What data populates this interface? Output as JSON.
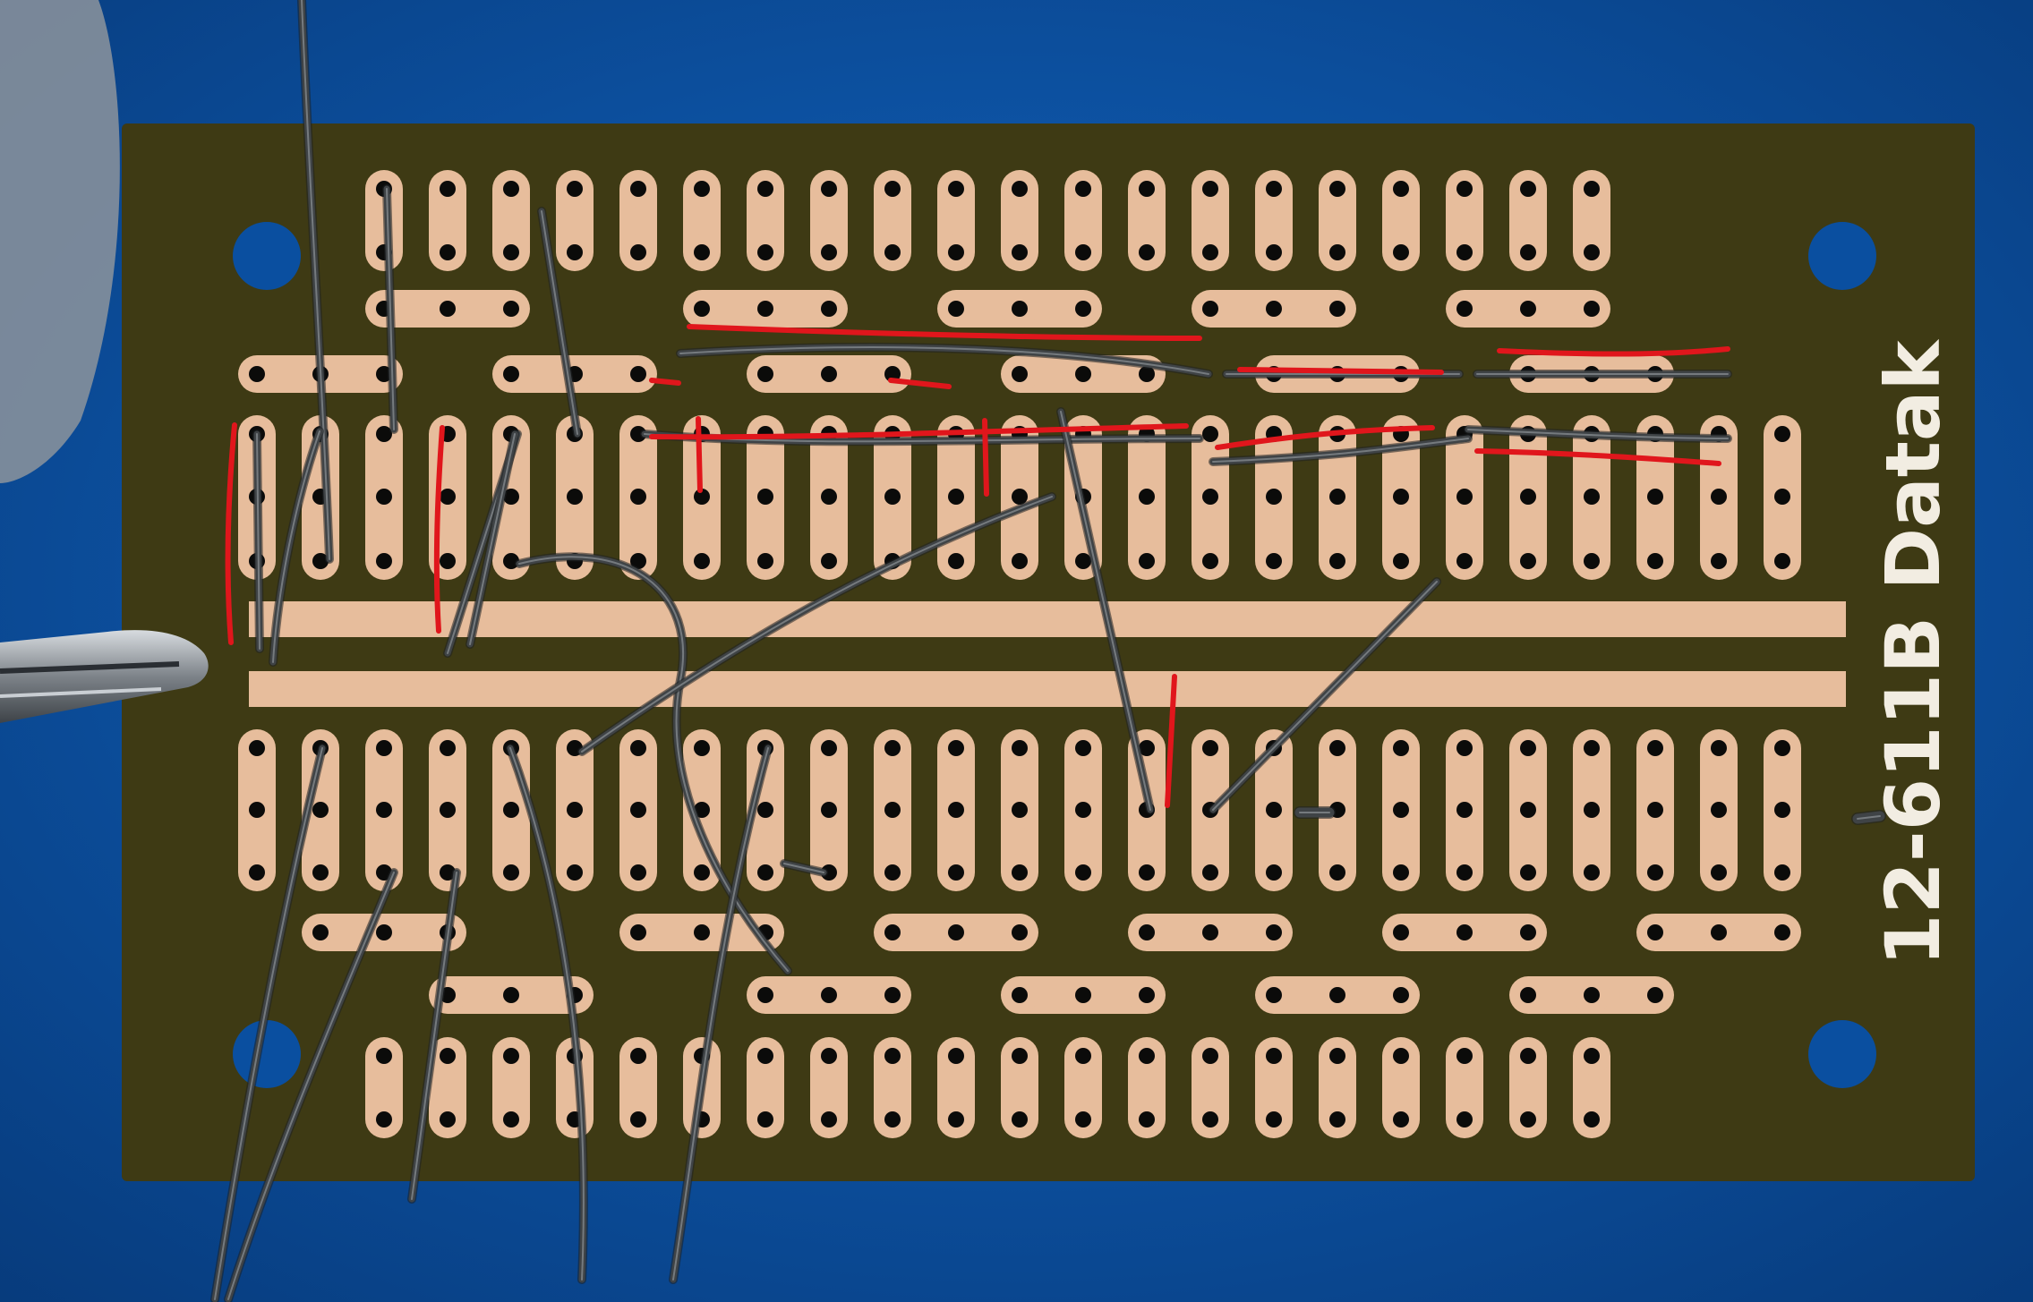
{
  "photo": {
    "board_label": "12-611B Datak",
    "colors": {
      "background_blue": "#0a4fa0",
      "board_brown": "#3e3a14",
      "pad_copper": "#e7bd9c",
      "wire_gray": "#3f4346",
      "marker_red": "#e0161c",
      "silkscreen": "#f2ede2"
    },
    "objects": [
      "perfboard",
      "copper-pad-grid",
      "power-rail",
      "jumper-wires",
      "red-ink-markings",
      "alligator-clip"
    ]
  }
}
